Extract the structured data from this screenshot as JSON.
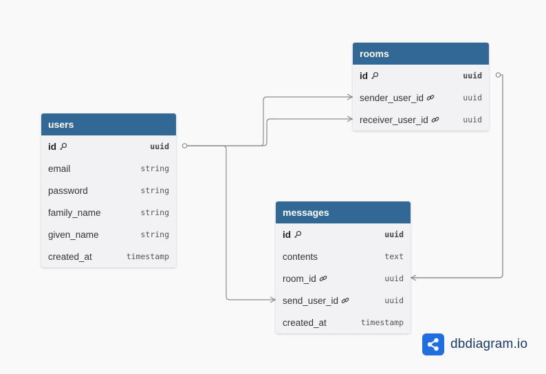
{
  "tables": {
    "users": {
      "name": "users",
      "columns": [
        {
          "name": "id",
          "type": "uuid",
          "pk": true
        },
        {
          "name": "email",
          "type": "string"
        },
        {
          "name": "password",
          "type": "string"
        },
        {
          "name": "family_name",
          "type": "string"
        },
        {
          "name": "given_name",
          "type": "string"
        },
        {
          "name": "created_at",
          "type": "timestamp"
        }
      ]
    },
    "rooms": {
      "name": "rooms",
      "columns": [
        {
          "name": "id",
          "type": "uuid",
          "pk": true
        },
        {
          "name": "sender_user_id",
          "type": "uuid",
          "fk": true
        },
        {
          "name": "receiver_user_id",
          "type": "uuid",
          "fk": true
        }
      ]
    },
    "messages": {
      "name": "messages",
      "columns": [
        {
          "name": "id",
          "type": "uuid",
          "pk": true
        },
        {
          "name": "contents",
          "type": "text"
        },
        {
          "name": "room_id",
          "type": "uuid",
          "fk": true
        },
        {
          "name": "send_user_id",
          "type": "uuid",
          "fk": true
        },
        {
          "name": "created_at",
          "type": "timestamp"
        }
      ]
    }
  },
  "relationships": [
    {
      "from": "rooms.sender_user_id",
      "to": "users.id",
      "cardinality": "many-to-one"
    },
    {
      "from": "rooms.receiver_user_id",
      "to": "users.id",
      "cardinality": "many-to-one"
    },
    {
      "from": "messages.send_user_id",
      "to": "users.id",
      "cardinality": "many-to-one"
    },
    {
      "from": "messages.room_id",
      "to": "rooms.id",
      "cardinality": "many-to-one"
    }
  ],
  "colors": {
    "header_bg": "#316896",
    "header_text": "#ffffff",
    "table_bg": "#f2f2f4",
    "canvas_bg": "#f9f9fa",
    "connector": "#8a8a8a",
    "logo": "#1f6fe0"
  },
  "icons": {
    "primary_key": "key-icon",
    "foreign_key": "link-icon"
  },
  "logo": {
    "text": "dbdiagram.io"
  }
}
